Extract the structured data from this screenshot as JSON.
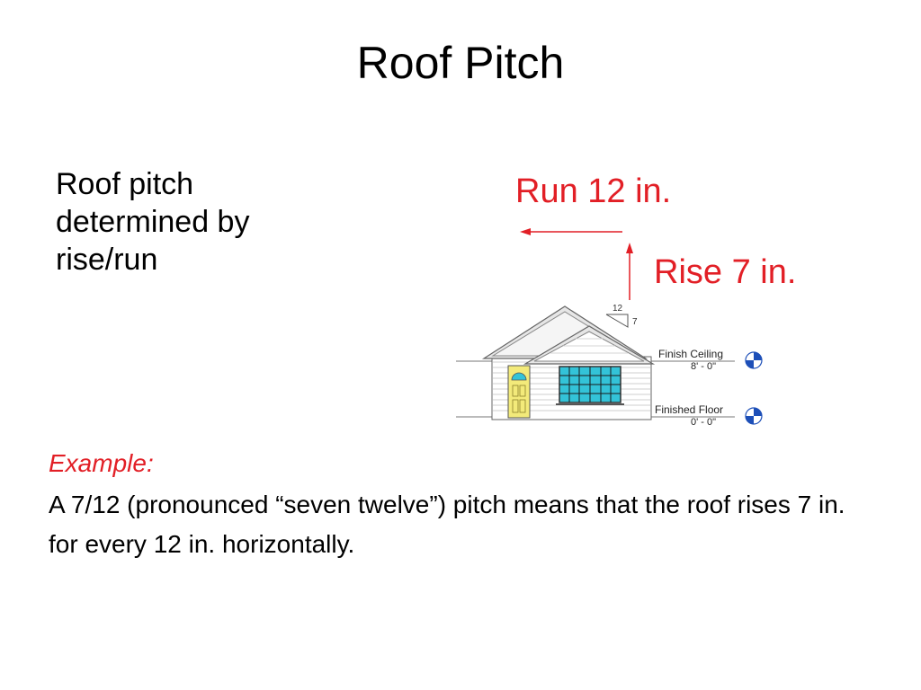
{
  "slide": {
    "title": "Roof Pitch",
    "body": "Roof pitch determined by rise/run",
    "run_label": "Run 12 in.",
    "rise_label": "Rise 7 in.",
    "example_label": "Example:",
    "example_text": "A 7/12 (pronounced “seven twelve”) pitch means that the roof rises 7 in. for every 12 in. horizontally."
  },
  "drawing": {
    "pitch_run": "12",
    "pitch_rise": "7",
    "ceiling_label": "Finish Ceiling",
    "ceiling_elevation": "8' - 0\"",
    "floor_label": "Finished Floor",
    "floor_elevation": "0' - 0\""
  },
  "colors": {
    "accent": "#e21f26",
    "window": "#33c3d8",
    "door": "#f3ea7a",
    "marker": "#1d4fb8"
  }
}
